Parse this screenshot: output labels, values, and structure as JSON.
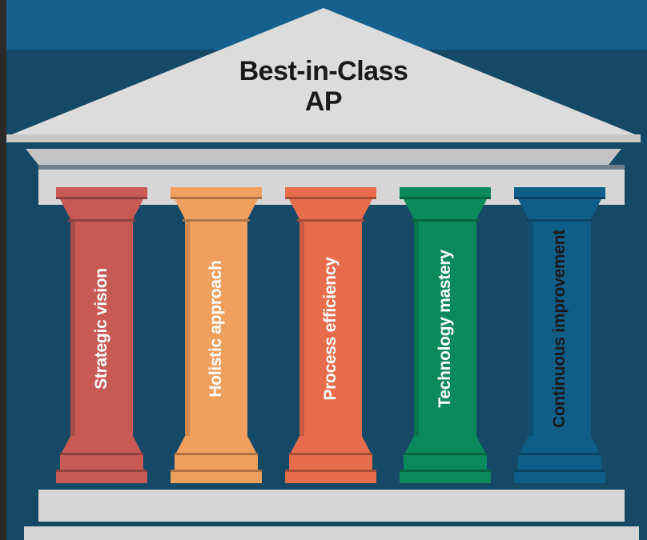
{
  "title": {
    "line1": "Best-in-Class",
    "line2": "AP"
  },
  "pillars": [
    {
      "label": "Strategic vision",
      "color": "#c85a55",
      "text_color": "#ffffff"
    },
    {
      "label": "Holistic approach",
      "color": "#f0a05e",
      "text_color": "#ffffff"
    },
    {
      "label": "Process efficiency",
      "color": "#e66c4b",
      "text_color": "#ffffff"
    },
    {
      "label": "Technology mastery",
      "color": "#0a8a5c",
      "text_color": "#ffffff"
    },
    {
      "label": "Continuous improvement",
      "color": "#0f5e88",
      "text_color": "#1a1a1a"
    }
  ],
  "colors": {
    "background_top": "#15608c",
    "background_main": "#154966",
    "left_edge": "#2b2b2b",
    "stone": "#d6d6d6",
    "stone_shadow": "#9a9a9a"
  }
}
